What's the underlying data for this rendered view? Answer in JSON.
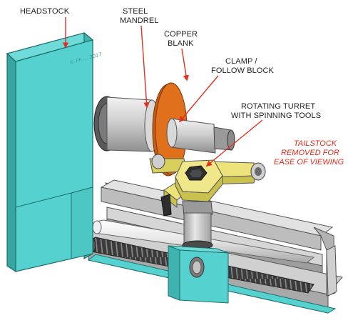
{
  "labels": {
    "headstock": "HEADSTOCK",
    "steel_mandrel_1": "STEEL",
    "steel_mandrel_2": "MANDREL",
    "copper_blank_1": "COPPER",
    "copper_blank_2": "BLANK",
    "clamp_1": "CLAMP /",
    "clamp_2": "FOLLOW BLOCK",
    "turret_1": "ROTATING TURRET",
    "turret_2": "WITH SPINNING TOOLS",
    "tailstock_1": "TAILSTOCK",
    "tailstock_2": "REMOVED FOR",
    "tailstock_3": "EASE OF VIEWING"
  },
  "watermark": "© Ph ... 2017",
  "colors": {
    "teal": "#55d2cf",
    "teal_dark": "#3fb3b0",
    "teal_edge": "#1e6e6b",
    "copper": "#e0701c",
    "yellow": "#ece37a",
    "steel": "#c8c8c8",
    "arrow": "#e0301e",
    "note": "#e02a1a"
  }
}
